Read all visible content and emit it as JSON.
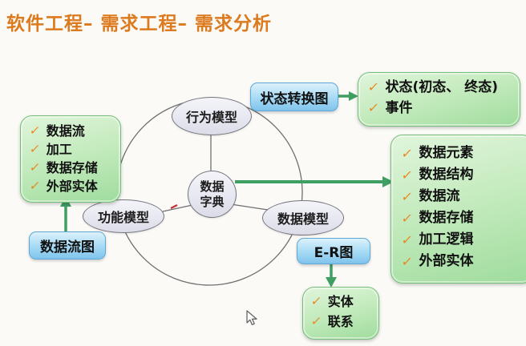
{
  "title": "软件工程– 需求工程– 需求分析",
  "colors": {
    "title": "#DC7A1E",
    "arrow_green": "#3F9F63",
    "checkmark": "#E8861D",
    "blue_box_fill": "#ACDDF6",
    "blue_box_border": "#5FA8D6",
    "green_box_fill": "#C2EABC",
    "green_box_border": "#74BE78",
    "ellipse_fill": "#E6E6F0",
    "red_mark": "#C23030",
    "background": "#FBFAF7"
  },
  "icons": {
    "check": "✓"
  },
  "nodes": {
    "behavior_model": "行为模型",
    "function_model": "功能模型",
    "data_model": "数据模型",
    "dict_line1": "数据",
    "dict_line2": "字典"
  },
  "blue_boxes": {
    "state_diagram": "状态转换图",
    "data_flow_diagram": "数据流图",
    "er_diagram": "E-R图"
  },
  "green_boxes": {
    "state": {
      "items": [
        "状态(初态、 终态)",
        "事件"
      ]
    },
    "dfd": {
      "items": [
        "数据流",
        "加工",
        "数据存储",
        "外部实体"
      ]
    },
    "dict": {
      "items": [
        "数据元素",
        "数据结构",
        "数据流",
        "数据存储",
        "加工逻辑",
        "外部实体"
      ]
    },
    "er": {
      "items": [
        "实体",
        "联系"
      ]
    }
  }
}
